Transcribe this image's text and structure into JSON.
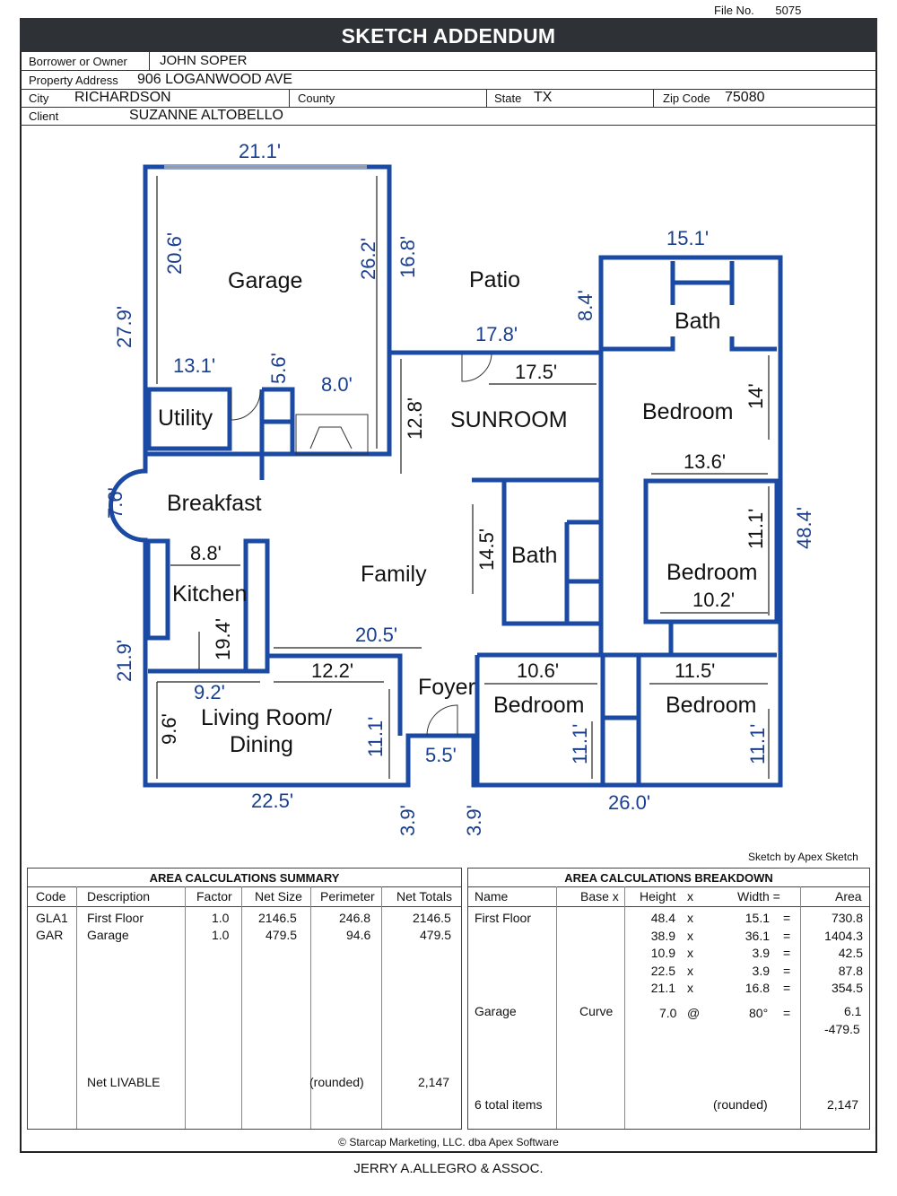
{
  "file_no": {
    "label": "File No.",
    "value": "5075"
  },
  "title": "SKETCH ADDENDUM",
  "header": {
    "borrower_label": "Borrower or Owner",
    "borrower": "JOHN SOPER",
    "address_label": "Property Address",
    "address": "906 LOGANWOOD AVE",
    "city_label": "City",
    "city": "RICHARDSON",
    "county_label": "County",
    "county": "",
    "state_label": "State",
    "state": "TX",
    "zip_label": "Zip Code",
    "zip": "75080",
    "client_label": "Client",
    "client": "SUZANNE ALTOBELLO"
  },
  "rooms": {
    "garage": "Garage",
    "patio": "Patio",
    "bath1": "Bath",
    "bedroom1": "Bedroom",
    "utility": "Utility",
    "sunroom": "SUNROOM",
    "breakfast": "Breakfast",
    "bath2": "Bath",
    "bedroom2": "Bedroom",
    "family": "Family",
    "kitchen": "Kitchen",
    "living1": "Living Room/",
    "living2": "Dining",
    "foyer": "Foyer",
    "bedroom3": "Bedroom",
    "bedroom4": "Bedroom"
  },
  "dims": {
    "d_21_1": "21.1'",
    "d_20_6": "20.6'",
    "d_26_2": "26.2'",
    "d_16_8": "16.8'",
    "d_27_9": "27.9'",
    "d_13_1": "13.1'",
    "d_5_6": "5.6'",
    "d_8_0": "8.0'",
    "d_15_1": "15.1'",
    "d_8_4": "8.4'",
    "d_17_8": "17.8'",
    "d_17_5": "17.5'",
    "d_12_8": "12.8'",
    "d_14": "14'",
    "d_13_6": "13.6'",
    "d_7_6": "7.6'",
    "d_8_8": "8.8'",
    "d_14_5": "14.5'",
    "d_11_1a": "11.1'",
    "d_48_4": "48.4'",
    "d_10_2": "10.2'",
    "d_19_4": "19.4'",
    "d_20_5": "20.5'",
    "d_21_9": "21.9'",
    "d_12_2": "12.2'",
    "d_10_6": "10.6'",
    "d_11_5": "11.5'",
    "d_9_2": "9.2'",
    "d_9_6": "9.6'",
    "d_11_1b": "11.1'",
    "d_11_1c": "11.1'",
    "d_11_1d": "11.1'",
    "d_5_5": "5.5'",
    "d_22_5": "22.5'",
    "d_26_0": "26.0'",
    "d_3_9a": "3.9'",
    "d_3_9b": "3.9'"
  },
  "sketch_by": "Sketch by Apex Sketch",
  "summary": {
    "title": "AREA CALCULATIONS SUMMARY",
    "headers": [
      "Code",
      "Description",
      "Factor",
      "Net Size",
      "Perimeter",
      "Net Totals"
    ],
    "rows": [
      [
        "GLA1",
        "First Floor",
        "1.0",
        "2146.5",
        "246.8",
        "2146.5"
      ],
      [
        "GAR",
        "Garage",
        "1.0",
        "479.5",
        "94.6",
        "479.5"
      ]
    ],
    "net_label": "Net LIVABLE",
    "rounded": "(rounded)",
    "net_total": "2,147"
  },
  "breakdown": {
    "title": "AREA CALCULATIONS BREAKDOWN",
    "headers": [
      "Name",
      "Base x",
      "Height",
      "x",
      "Width =",
      "Area"
    ],
    "first_floor": "First Floor",
    "rows": [
      [
        "48.4",
        "x",
        "15.1",
        "=",
        "730.8"
      ],
      [
        "38.9",
        "x",
        "36.1",
        "=",
        "1404.3"
      ],
      [
        "10.9",
        "x",
        "3.9",
        "=",
        "42.5"
      ],
      [
        "22.5",
        "x",
        "3.9",
        "=",
        "87.8"
      ],
      [
        "21.1",
        "x",
        "16.8",
        "=",
        "354.5"
      ]
    ],
    "garage": "Garage",
    "curve": "Curve",
    "curve_h": "7.0",
    "at": "@",
    "curve_w": "80°",
    "eq": "=",
    "curve_area": "6.1",
    "garage_area": "-479.5",
    "total_items": "6 total items",
    "rounded": "(rounded)",
    "total": "2,147"
  },
  "copyright": "© Starcap Marketing, LLC. dba Apex Software",
  "footer": "JERRY A.ALLEGRO & ASSOC."
}
